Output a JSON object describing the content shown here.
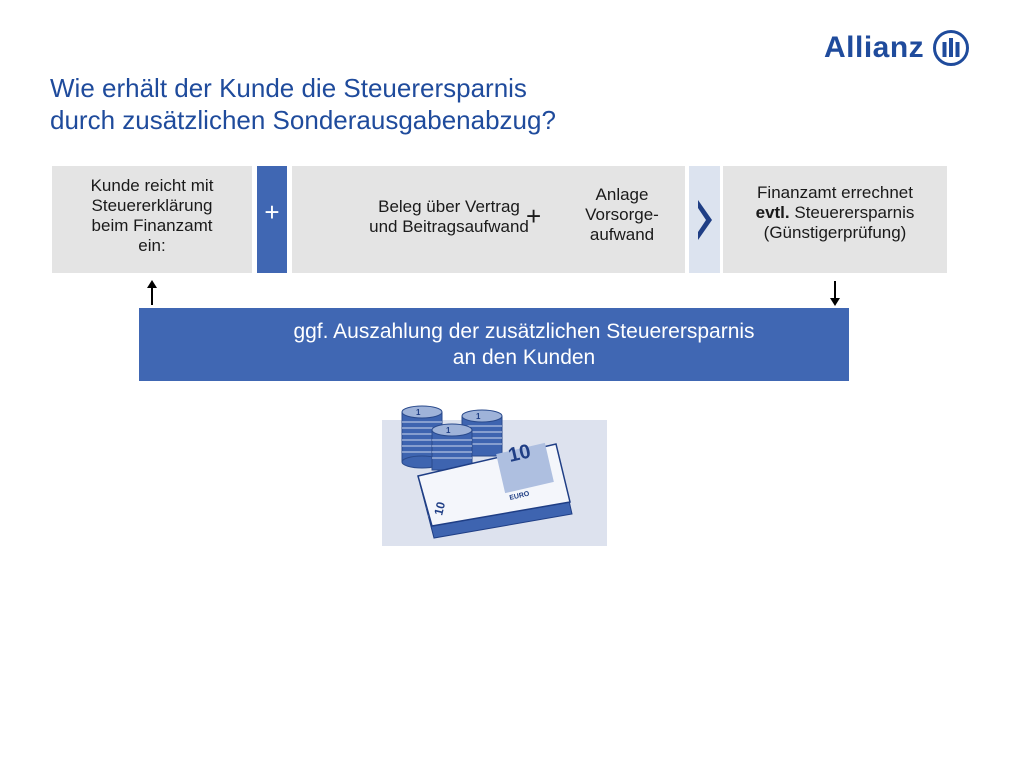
{
  "brand": {
    "name": "Allianz",
    "color": "#1f4b9c"
  },
  "title": {
    "line1": "Wie erhält der Kunde die Steuerersparnis",
    "line2": "durch zusätzlichen Sonderausgabenabzug?"
  },
  "flow": {
    "step1": [
      "Kunde reicht mit",
      "Steuererklärung",
      "beim Finanzamt",
      "ein:"
    ],
    "plus_symbol": "+",
    "step2_beleg": [
      "Beleg über Vertrag",
      "und Beitragsaufwand"
    ],
    "step2_plus": "+",
    "step2_anlage": [
      "Anlage",
      "Vorsorge-",
      "aufwand"
    ],
    "step3": {
      "line1": "Finanzamt errechnet",
      "bold": "evtl.",
      "line2_rest": " Steuerersparnis",
      "line3": "(Günstigerprüfung)"
    }
  },
  "payout": {
    "line1": "ggf. Auszahlung der zusätzlichen Steuerersparnis",
    "line2": "an den Kunden"
  },
  "money_labels": {
    "coin": "1",
    "bill": "10",
    "currency": "EURO"
  },
  "colors": {
    "accent_blue": "#4067b3",
    "box_gray": "#e4e4e4",
    "chevron_bg": "#dce3ef",
    "money_bg": "#dde2ee"
  }
}
